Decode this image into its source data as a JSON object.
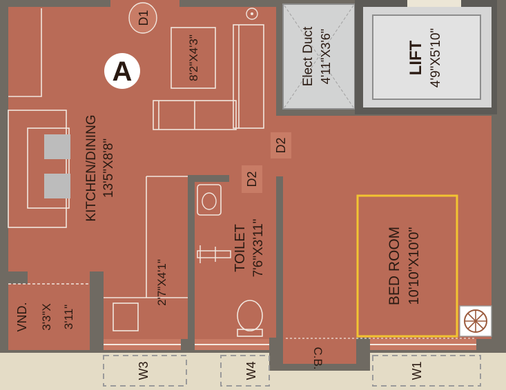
{
  "plan": {
    "unit_marker": "A",
    "rooms": {
      "kitchen": {
        "name": "KITCHEN/DINING",
        "size": "13'5\"X8'8\""
      },
      "toilet": {
        "name": "TOILET",
        "size": "7'6\"X3'11\""
      },
      "bedroom": {
        "name": "BED ROOM",
        "size": "10'10\"X10'0\""
      },
      "vnd": {
        "name": "VND.",
        "size_a": "3'3\"X",
        "size_b": "3'11\""
      },
      "duct": {
        "name": "Elect Duct",
        "size": "4'11\"X3'6\""
      },
      "lift": {
        "name": "LIFT",
        "size": "4'9\"X5'10\""
      },
      "sofa_table": {
        "size": "8'2\"X4'3\""
      },
      "counter": {
        "size": "2'7\"X4'1\""
      },
      "cb": {
        "name": "C.B."
      }
    },
    "doors": {
      "d1": "D1",
      "d2a": "D2",
      "d2b": "D2"
    },
    "windows": {
      "w1": "W1",
      "w3": "W3",
      "w4": "W4"
    },
    "colors": {
      "floor": "#b96b57",
      "wall": "#6f6a62",
      "highlight": "#f2c432",
      "shaft": "#d2d3d3"
    }
  }
}
